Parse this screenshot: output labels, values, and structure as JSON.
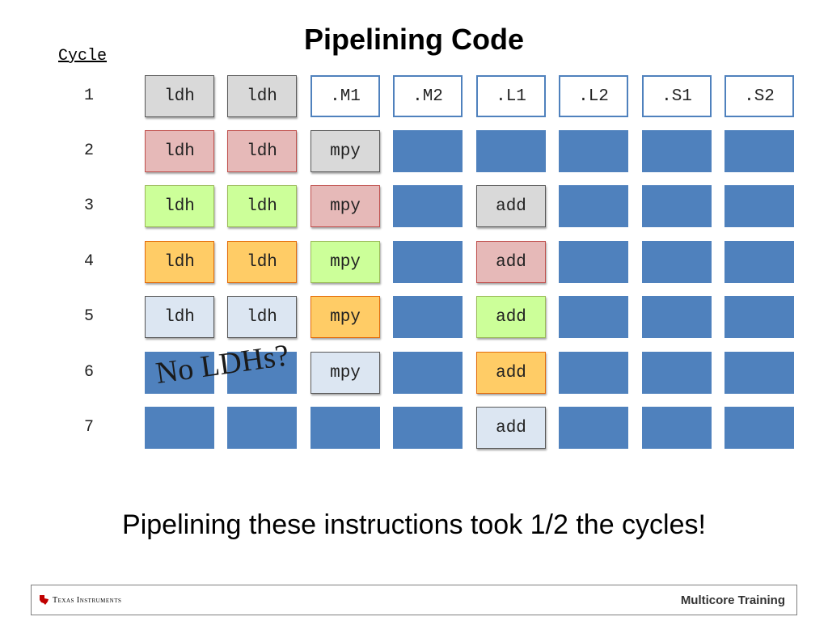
{
  "title": "Pipelining Code",
  "cycle_header": "Cycle",
  "units": [
    ".M1",
    ".M2",
    ".L1",
    ".L2",
    ".S1",
    ".S2"
  ],
  "rows": [
    {
      "cycle": "1",
      "cells": [
        {
          "text": "ldh",
          "style": "gray"
        },
        {
          "text": "ldh",
          "style": "gray"
        },
        {
          "text": ".M1",
          "style": "header"
        },
        {
          "text": ".M2",
          "style": "header"
        },
        {
          "text": ".L1",
          "style": "header"
        },
        {
          "text": ".L2",
          "style": "header"
        },
        {
          "text": ".S1",
          "style": "header"
        },
        {
          "text": ".S2",
          "style": "header"
        }
      ]
    },
    {
      "cycle": "2",
      "cells": [
        {
          "text": "ldh",
          "style": "pink"
        },
        {
          "text": "ldh",
          "style": "pink"
        },
        {
          "text": "mpy",
          "style": "gray"
        },
        {
          "text": "",
          "style": "blue"
        },
        {
          "text": "",
          "style": "blue"
        },
        {
          "text": "",
          "style": "blue"
        },
        {
          "text": "",
          "style": "blue"
        },
        {
          "text": "",
          "style": "blue"
        }
      ]
    },
    {
      "cycle": "3",
      "cells": [
        {
          "text": "ldh",
          "style": "green"
        },
        {
          "text": "ldh",
          "style": "green"
        },
        {
          "text": "mpy",
          "style": "pink"
        },
        {
          "text": "",
          "style": "blue"
        },
        {
          "text": "add",
          "style": "gray"
        },
        {
          "text": "",
          "style": "blue"
        },
        {
          "text": "",
          "style": "blue"
        },
        {
          "text": "",
          "style": "blue"
        }
      ]
    },
    {
      "cycle": "4",
      "cells": [
        {
          "text": "ldh",
          "style": "orange"
        },
        {
          "text": "ldh",
          "style": "orange"
        },
        {
          "text": "mpy",
          "style": "green"
        },
        {
          "text": "",
          "style": "blue"
        },
        {
          "text": "add",
          "style": "pink"
        },
        {
          "text": "",
          "style": "blue"
        },
        {
          "text": "",
          "style": "blue"
        },
        {
          "text": "",
          "style": "blue"
        }
      ]
    },
    {
      "cycle": "5",
      "cells": [
        {
          "text": "ldh",
          "style": "light"
        },
        {
          "text": "ldh",
          "style": "light"
        },
        {
          "text": "mpy",
          "style": "orange"
        },
        {
          "text": "",
          "style": "blue"
        },
        {
          "text": "add",
          "style": "green"
        },
        {
          "text": "",
          "style": "blue"
        },
        {
          "text": "",
          "style": "blue"
        },
        {
          "text": "",
          "style": "blue"
        }
      ]
    },
    {
      "cycle": "6",
      "cells": [
        {
          "text": "",
          "style": "blue"
        },
        {
          "text": "",
          "style": "blue"
        },
        {
          "text": "mpy",
          "style": "light"
        },
        {
          "text": "",
          "style": "blue"
        },
        {
          "text": "add",
          "style": "orange"
        },
        {
          "text": "",
          "style": "blue"
        },
        {
          "text": "",
          "style": "blue"
        },
        {
          "text": "",
          "style": "blue"
        }
      ]
    },
    {
      "cycle": "7",
      "cells": [
        {
          "text": "",
          "style": "blue"
        },
        {
          "text": "",
          "style": "blue"
        },
        {
          "text": "",
          "style": "blue"
        },
        {
          "text": "",
          "style": "blue"
        },
        {
          "text": "add",
          "style": "light"
        },
        {
          "text": "",
          "style": "blue"
        },
        {
          "text": "",
          "style": "blue"
        },
        {
          "text": "",
          "style": "blue"
        }
      ]
    }
  ],
  "annotation": "No LDHs?",
  "summary": "Pipelining these instructions took 1/2 the cycles!",
  "footer": {
    "left_logo_text": "Texas Instruments",
    "right_text": "Multicore Training"
  },
  "colors": {
    "blue": "#4f81bd",
    "gray": "#d9d9d9",
    "pink": "#e6b9b8",
    "green": "#ccff99",
    "orange": "#ffcc66",
    "light": "#dce6f2",
    "ti_red": "#c00000"
  }
}
